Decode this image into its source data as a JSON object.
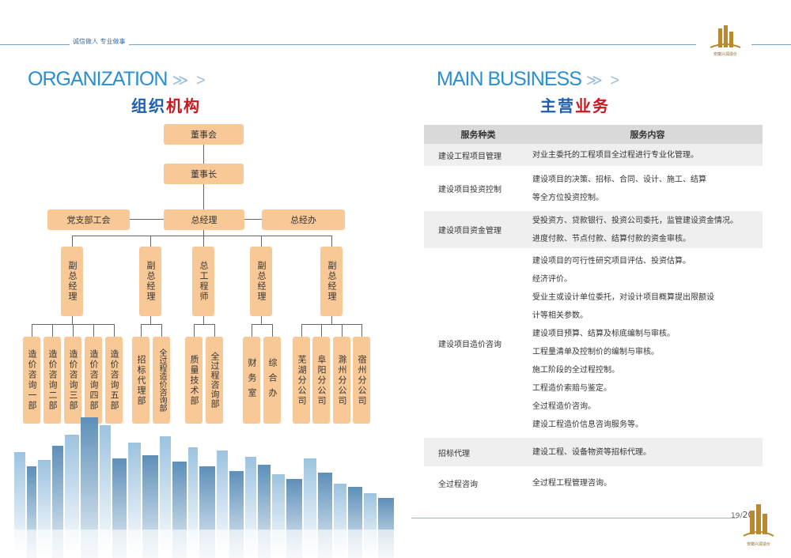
{
  "header": {
    "slogan": "诚信做人  专业做事",
    "logo_text": "安徽兴润造价"
  },
  "left": {
    "en_title": "ORGANIZATION",
    "chevrons": "≫ >",
    "cn_title_a": "组织",
    "cn_title_b": "机构"
  },
  "right": {
    "en_title": "MAIN BUSINESS",
    "chevrons": "≫ >",
    "cn_title_a": "主营",
    "cn_title_b": "业务"
  },
  "org": {
    "board": "董事会",
    "chairman": "董事长",
    "party": "党支部工会",
    "gm": "总经理",
    "office": "总经办",
    "vps": [
      "副总经理",
      "副总经理",
      "总工程师",
      "副总经理",
      "副总经理"
    ],
    "depts": [
      "造价咨询一部",
      "造价咨询二部",
      "造价咨询三部",
      "造价咨询四部",
      "造价咨询五部",
      "招标代理部",
      "全过程造价咨询部",
      "质量技术部",
      "全过程咨询部",
      "财务室",
      "综合办",
      "芜湖分公司",
      "阜阳分公司",
      "滁州分公司",
      "宿州分公司"
    ]
  },
  "table": {
    "col1": "服务种类",
    "col2": "服务内容",
    "rows": [
      {
        "type": "建设工程项目管理",
        "lines": [
          "对业主委托的工程项目全过程进行专业化管理。"
        ]
      },
      {
        "type": "建设项目投资控制",
        "lines": [
          "建设项目的决策、招标、合同、设计、施工、结算",
          "等全方位投资控制。"
        ]
      },
      {
        "type": "建设项目资金管理",
        "lines": [
          "受投资方、贷款银行、投资公司委托，监管建设资金情况。",
          "进度付款、节点付款、结算付款的资金审核。"
        ]
      },
      {
        "type": "建设项目造价咨询",
        "lines": [
          "建设项目的可行性研究项目评估、投资估算。",
          "经济评价。",
          "受业主或设计单位委托，对设计项目概算提出限额设",
          "计等相关参数。",
          "建设项目预算、结算及标底编制与审核。",
          "工程量清单及控制价的编制与审核。",
          "施工阶段的全过程控制。",
          "工程造价索赔与鉴定。",
          "全过程造价咨询。",
          "建设工程造价信息咨询服务等。"
        ]
      },
      {
        "type": "招标代理",
        "lines": [
          "建设工程、设备物资等招标代理。"
        ]
      },
      {
        "type": "全过程咨询",
        "lines": [
          "全过程工程管理咨询。"
        ]
      }
    ]
  },
  "footer": {
    "page_a": "19/",
    "page_b": "20"
  },
  "colors": {
    "accent_blue": "#2a8fd0",
    "title_blue": "#1d5fae",
    "title_red": "#c8191f",
    "org_box": "#f8c996"
  }
}
